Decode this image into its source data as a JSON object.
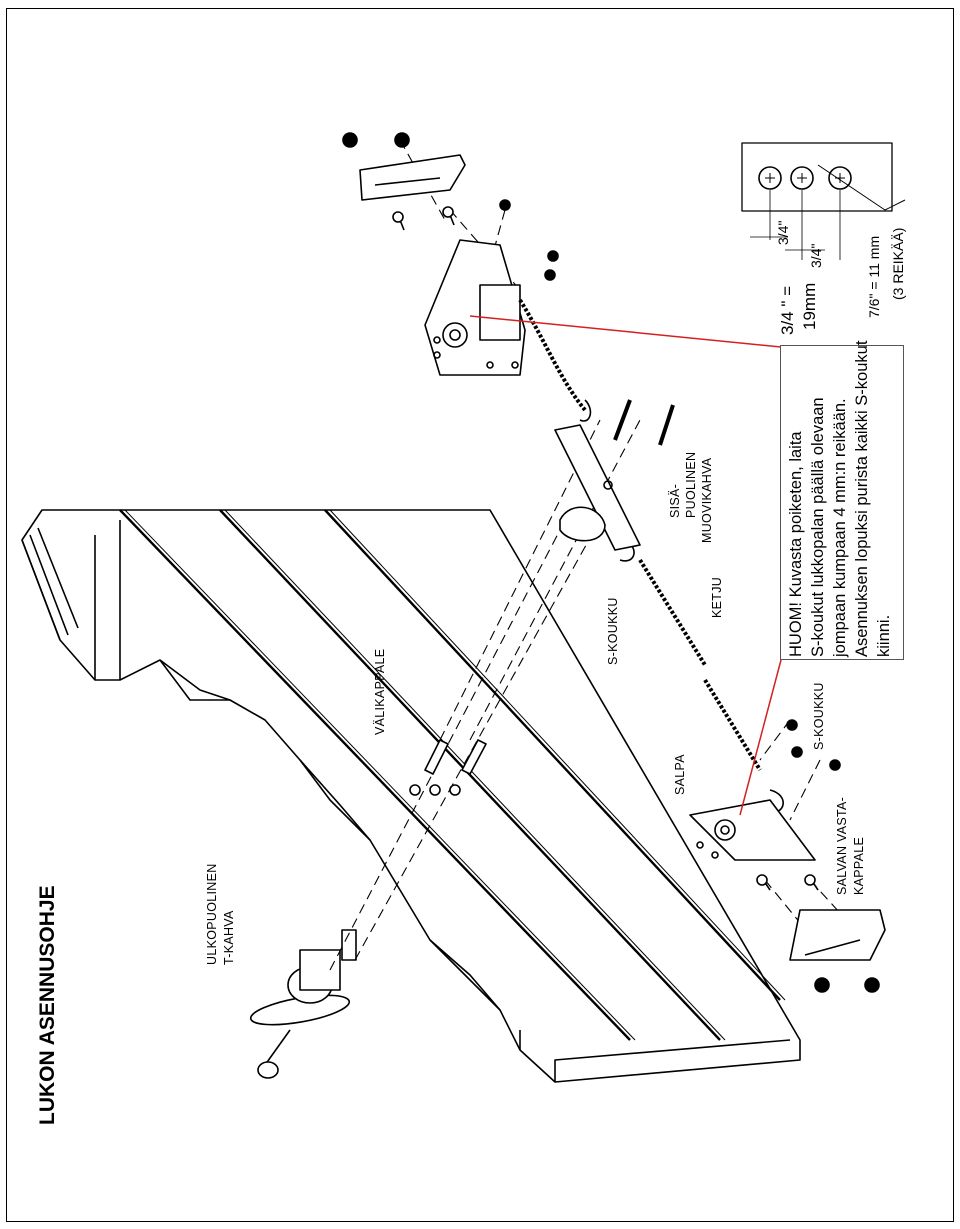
{
  "title": "LUKON ASENNUSOHJE",
  "labels": {
    "outer_handle_1": "ULKOPUOLINEN",
    "outer_handle_2": "T-KAHVA",
    "spacer": "VÄLIKAPPALE",
    "latch": "SALPA",
    "s_hook_1": "S-KOUKKU",
    "s_hook_2": "S-KOUKKU",
    "keeper_1": "SALVAN VASTA-",
    "keeper_2": "KAPPALE",
    "chain": "KETJU",
    "inner_handle_1": "SISÄ-",
    "inner_handle_2": "PUOLINEN",
    "inner_handle_3": "MUOVIKAHVA"
  },
  "note": {
    "line1": "HUOM! Kuvasta poiketen, laita",
    "line2": "S-koukut lukkopalan päällä olevaan",
    "line3": "jompaan kumpaan 4 mm:n reikään.",
    "line4": "Asennuksen lopuksi purista kaikki S-koukut",
    "line5": "kiinni."
  },
  "dimensions": {
    "equation_1": "3/4 \" =",
    "equation_2": "19mm",
    "spacing_a": "3/4\"",
    "spacing_b": "3/4\"",
    "hole_1": "7/6\" = 11 mm",
    "hole_2": "(3 REIKÄÄ)"
  },
  "colors": {
    "leader": "#d42020",
    "ink": "#000000"
  }
}
